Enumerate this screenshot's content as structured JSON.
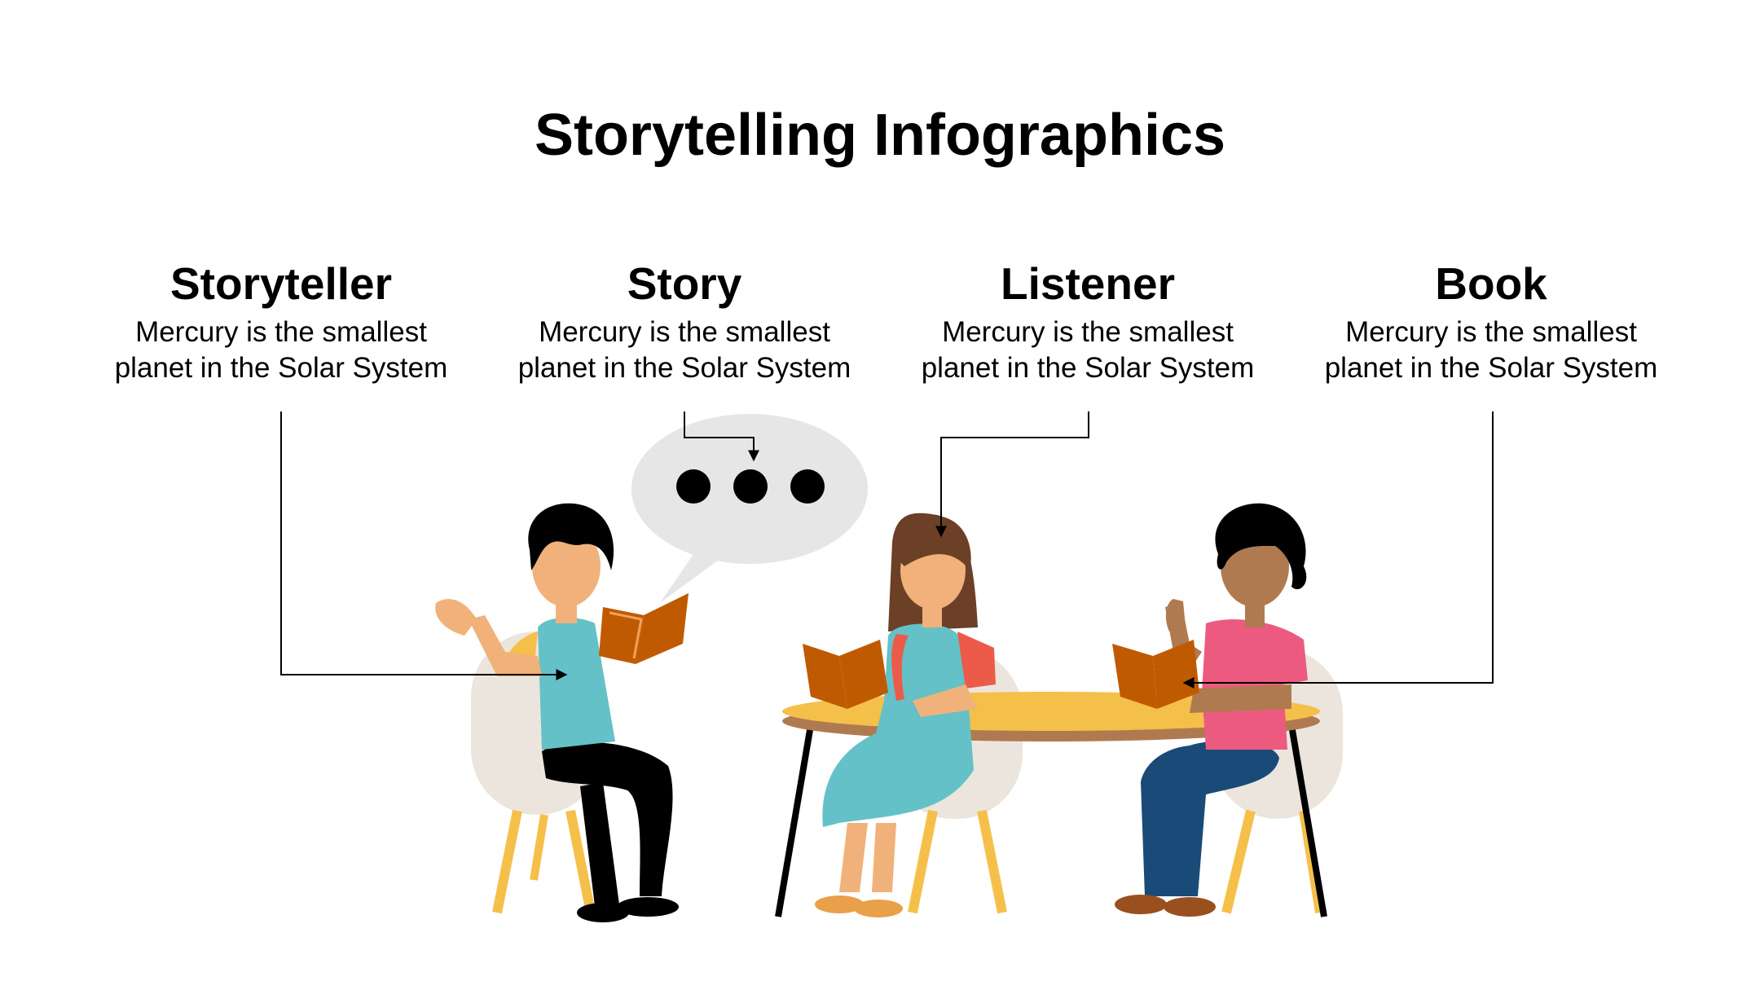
{
  "title": "Storytelling Infographics",
  "items": [
    {
      "heading": "Storyteller",
      "text": "Mercury is the smallest planet in the Solar System"
    },
    {
      "heading": "Story",
      "text": "Mercury is the smallest planet in the Solar System"
    },
    {
      "heading": "Listener",
      "text": "Mercury is the smallest planet in the Solar System"
    },
    {
      "heading": "Book",
      "text": "Mercury is the smallest planet in the Solar System"
    }
  ],
  "colors": {
    "skin_light": "#f0b27a",
    "skin_dark": "#b07a50",
    "shirt_teal": "#64c1c7",
    "shirt_pink": "#ec5b7f",
    "table_top": "#f5c04a",
    "chair": "#ece5dd",
    "chair_legs": "#f5c04a",
    "book": "#c05a00",
    "bubble": "#e6e6e6"
  }
}
